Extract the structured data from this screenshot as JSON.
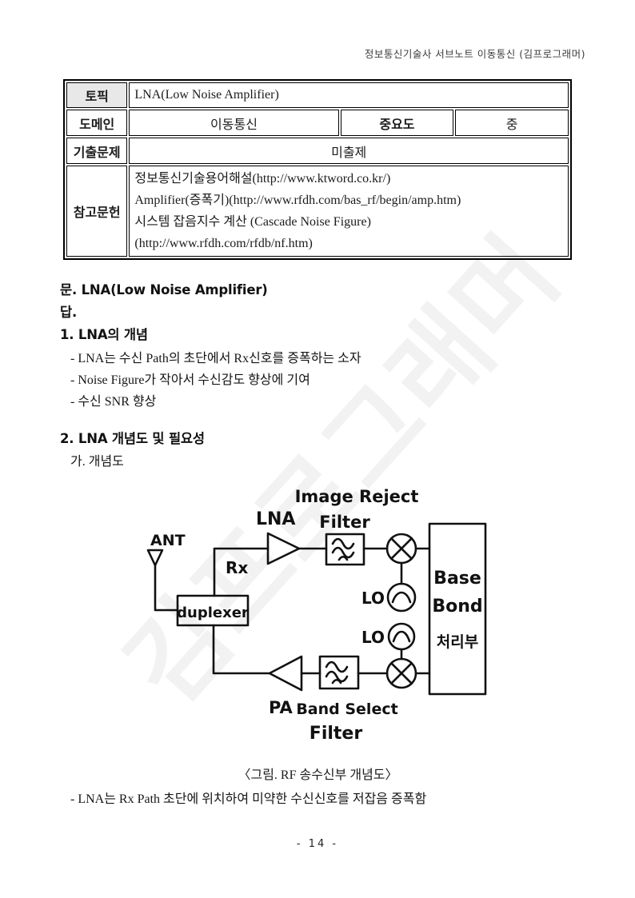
{
  "header": {
    "text": "정보통신기술사 서브노트 이동통신 (김프로그래머)"
  },
  "watermark": {
    "text": "김프로그래머"
  },
  "info_table": {
    "topic_label": "토픽",
    "topic_value": "LNA(Low Noise Amplifier)",
    "domain_label": "도메인",
    "domain_value": "이동통신",
    "importance_label": "중요도",
    "importance_value": "중",
    "past_exam_label": "기출문제",
    "past_exam_value": "미출제",
    "references_label": "참고문헌",
    "references": [
      "정보통신기술용어해설(http://www.ktword.co.kr/)",
      "Amplifier(증폭기)(http://www.rfdh.com/bas_rf/begin/amp.htm)",
      "시스템 잡음지수 계산 (Cascade Noise Figure)",
      "(http://www.rfdh.com/rfdb/nf.htm)"
    ]
  },
  "body": {
    "question": "문. LNA(Low Noise Amplifier)",
    "answer_label": "답.",
    "section1": {
      "title": "1. LNA의 개념",
      "bullets": [
        "- LNA는 수신 Path의 초단에서 Rx신호를 증폭하는 소자",
        "- Noise Figure가 작아서 수신감도 향상에 기여",
        "- 수신 SNR 향상"
      ]
    },
    "section2": {
      "title": "2. LNA 개념도 및 필요성",
      "sub_item": "가. 개념도"
    },
    "closing_bullet": "- LNA는 Rx Path 초단에 위치하여 미약한 수신신호를 저잡음 증폭함"
  },
  "figure": {
    "caption": "〈그림. RF 송수신부 개념도〉",
    "labels": {
      "ant": "ANT",
      "rx": "Rx",
      "lna": "LNA",
      "image_reject": "Image Reject",
      "filter_top": "Filter",
      "lo1": "LO",
      "lo2": "LO",
      "duplexer": "duplexer",
      "base1": "Base",
      "base2": "Bond",
      "base3": "처리부",
      "pa": "PA",
      "band_select": "Band Select",
      "filter_bottom": "Filter"
    }
  },
  "footer": {
    "page_number": "- 14 -"
  }
}
